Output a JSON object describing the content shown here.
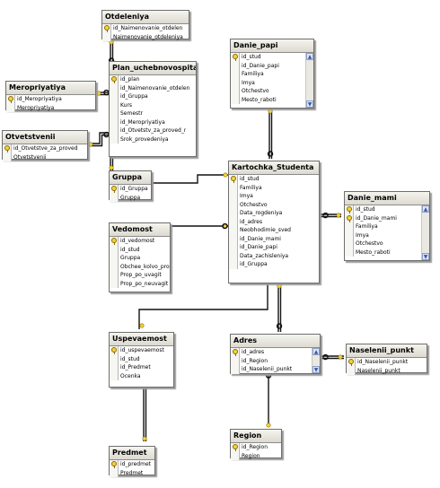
{
  "tables": [
    {
      "id": "otdeleniya",
      "title": "Otdeleniya",
      "columns": [
        {
          "name": "id_Naimenovanie_otdelen",
          "key": true
        },
        {
          "name": "Naimenovanie_otdeleniya"
        }
      ]
    },
    {
      "id": "plan",
      "title": "Plan_uchebnovospitat_",
      "columns": [
        {
          "name": "id_plan",
          "key": true
        },
        {
          "name": "id_Naimenovanie_otdelen"
        },
        {
          "name": "id_Gruppa"
        },
        {
          "name": "Kurs"
        },
        {
          "name": "Semestr"
        },
        {
          "name": "id_Meropriyatiya"
        },
        {
          "name": "id_Otvetstv_za_proved_r"
        },
        {
          "name": "Srok_provedeniya"
        }
      ]
    },
    {
      "id": "meropriyatiya",
      "title": "Meropriyatiya",
      "columns": [
        {
          "name": "id_Meropriyatiya",
          "key": true
        },
        {
          "name": "Meropriyatiya"
        }
      ]
    },
    {
      "id": "otvetstvenii",
      "title": "Otvetstvenii",
      "columns": [
        {
          "name": "id_Otvetstve_za_proved",
          "key": true
        },
        {
          "name": "Otvetstvenii"
        }
      ]
    },
    {
      "id": "danie_papi",
      "title": "Danie_papi",
      "scroll": true,
      "columns": [
        {
          "name": "id_stud",
          "key": true
        },
        {
          "name": "id_Danie_papi"
        },
        {
          "name": "Familiya"
        },
        {
          "name": "Imya"
        },
        {
          "name": "Otchestvo"
        },
        {
          "name": "Mesto_raboti"
        }
      ]
    },
    {
      "id": "gruppa",
      "title": "Gruppa",
      "columns": [
        {
          "name": "id_Gruppa",
          "key": true
        },
        {
          "name": "Gruppa"
        }
      ]
    },
    {
      "id": "kartochka",
      "title": "Kartochka_Studenta",
      "columns": [
        {
          "name": "id_stud",
          "key": true
        },
        {
          "name": "Familiya"
        },
        {
          "name": "Imya"
        },
        {
          "name": "Otchestvo"
        },
        {
          "name": "Data_rogdeniya"
        },
        {
          "name": "id_adres"
        },
        {
          "name": "Neobhodimie_sved"
        },
        {
          "name": "id_Danie_mami"
        },
        {
          "name": "id_Danie_papi"
        },
        {
          "name": "Data_zachisleniya"
        },
        {
          "name": "id_Gruppa"
        }
      ]
    },
    {
      "id": "danie_mami",
      "title": "Danie_mami",
      "scroll": true,
      "columns": [
        {
          "name": "id_stud",
          "key": true
        },
        {
          "name": "id_Danie_mami",
          "key": true
        },
        {
          "name": "Familiya"
        },
        {
          "name": "Imya"
        },
        {
          "name": "Otchestvo"
        },
        {
          "name": "Mesto_raboti"
        }
      ]
    },
    {
      "id": "vedomost",
      "title": "Vedomost",
      "columns": [
        {
          "name": "id_vedomost",
          "key": true
        },
        {
          "name": "id_stud"
        },
        {
          "name": "Gruppa"
        },
        {
          "name": "Obchee_kolvo_prop"
        },
        {
          "name": "Prop_po_uvagit"
        },
        {
          "name": "Prop_po_neuvagit"
        }
      ]
    },
    {
      "id": "uspevaemost",
      "title": "Uspevaemost",
      "columns": [
        {
          "name": "id_uspevaemost",
          "key": true
        },
        {
          "name": "id_stud"
        },
        {
          "name": "id_Predmet"
        },
        {
          "name": "Ocenka"
        }
      ]
    },
    {
      "id": "adres",
      "title": "Adres",
      "scroll": true,
      "columns": [
        {
          "name": "id_adres",
          "key": true
        },
        {
          "name": "id_Region"
        },
        {
          "name": "id_Naselenii_punkt"
        }
      ]
    },
    {
      "id": "naselenii",
      "title": "Naselenii_punkt",
      "columns": [
        {
          "name": "id_Naselenii_punkt",
          "key": true
        },
        {
          "name": "Naselenii_punkt"
        }
      ]
    },
    {
      "id": "region",
      "title": "Region",
      "columns": [
        {
          "name": "id_Region",
          "key": true
        },
        {
          "name": "Region"
        }
      ]
    },
    {
      "id": "predmet",
      "title": "Predmet",
      "columns": [
        {
          "name": "id_predmet",
          "key": true
        },
        {
          "name": "Predmet"
        }
      ]
    }
  ],
  "colors": {
    "line": "#111111",
    "key_icon": "#f5d23a",
    "title_bar": "#e8e6dc"
  }
}
